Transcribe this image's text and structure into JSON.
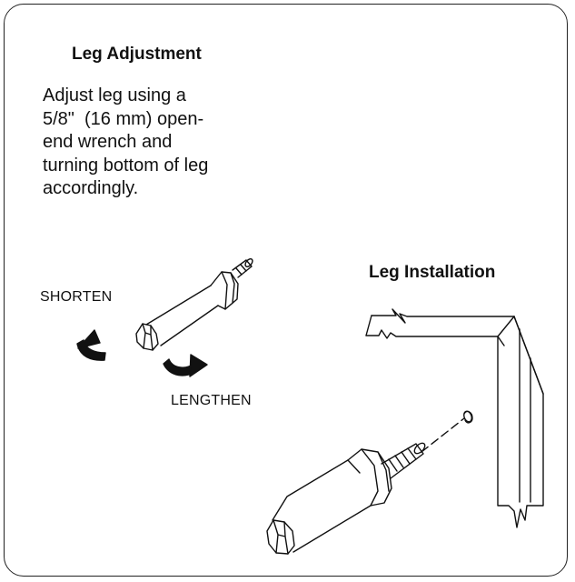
{
  "adjustment": {
    "title": "Leg Adjustment",
    "instructions_lines": [
      "Adjust leg using a",
      "5/8\"  (16 mm) open-",
      "end wrench and",
      "turning bottom of leg",
      "accordingly."
    ],
    "shorten_label": "SHORTEN",
    "lengthen_label": "LENGTHEN"
  },
  "installation": {
    "title": "Leg Installation"
  }
}
